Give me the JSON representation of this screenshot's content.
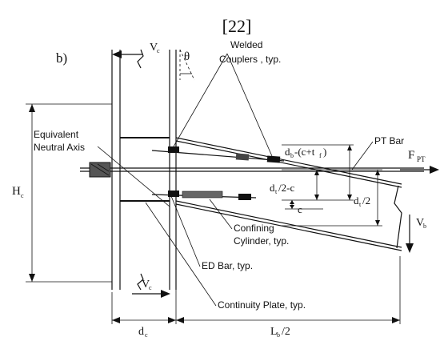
{
  "reference": "[22]",
  "panel_label": "b)",
  "labels": {
    "welded_couplers_line1": "Welded",
    "welded_couplers_line2": "Couplers , typ.",
    "equivalent_line1": "Equivalent",
    "neutral_axis_line2": "Neutral Axis",
    "pt_bar": "PT Bar",
    "confining_line1": "Confining",
    "confining_line2": "Cylinder, typ.",
    "ed_bar": "ED Bar, typ.",
    "continuity_plate": "Continuity Plate, typ."
  },
  "symbols": {
    "theta": "θ",
    "vc_main": "V",
    "vc_sub": "c",
    "hc_main": "H",
    "hc_sub": "c",
    "fpt_main": "F",
    "fpt_sub": "PT",
    "vb_main": "V",
    "vb_sub": "b",
    "dc_main": "d",
    "dc_sub": "c",
    "lb_main": "L",
    "lb_sub": "b",
    "lb_suffix": "/2",
    "db_expr_a": "d",
    "db_expr_b": "b",
    "db_expr_c": "-(c+t",
    "db_expr_d": "f",
    "db_expr_e": ")",
    "dhalf_c_a": "d",
    "dhalf_c_b": "t",
    "dhalf_c_c": "/2-c",
    "dhalf_a": "d",
    "dhalf_b": "t",
    "dhalf_c": "/2",
    "c_label": "c"
  }
}
